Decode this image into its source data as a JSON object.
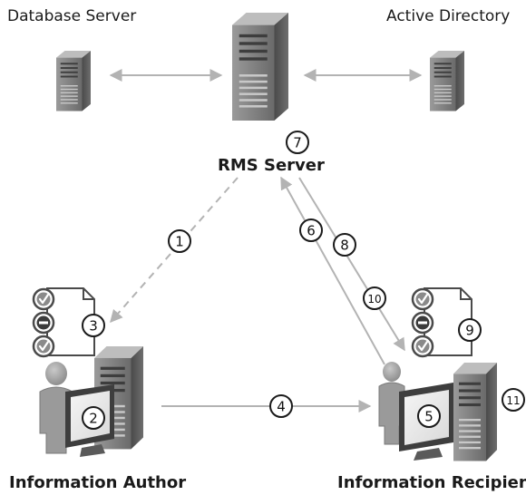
{
  "labels": {
    "database_server": "Database Server",
    "active_directory": "Active Directory",
    "rms_server": "RMS Server",
    "information_author": "Information Author",
    "information_recipient": "Information Recipient"
  },
  "steps": [
    "1",
    "2",
    "3",
    "4",
    "5",
    "6",
    "7",
    "8",
    "9",
    "10",
    "11"
  ],
  "colors": {
    "arrow": "#b3b3b3",
    "server_dark": "#5a5a5a",
    "server_mid": "#8c8c8c",
    "person": "#9a9a9a",
    "check": "#7a7a7a",
    "minus": "#3c3c3c"
  },
  "icons": [
    "server-icon",
    "person-icon",
    "computer-icon",
    "document-icon",
    "check-icon",
    "minus-icon"
  ]
}
